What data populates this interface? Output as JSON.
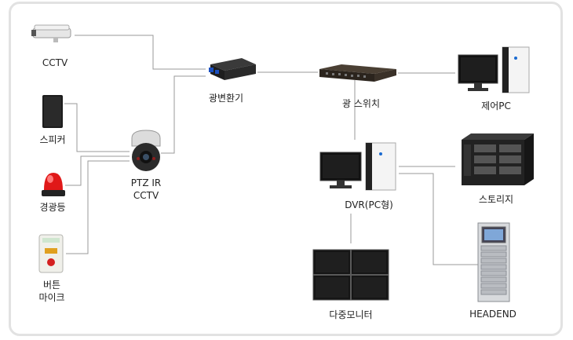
{
  "diagram": {
    "devices": {
      "cctv": "CCTV",
      "speaker": "스피커",
      "warning_light": "경광등",
      "button_mic_line1": "버튼",
      "button_mic_line2": "마이크",
      "ptz_line1": "PTZ IR",
      "ptz_line2": "CCTV",
      "media_converter": "광변환기",
      "optical_switch": "광 스위치",
      "control_pc": "제어PC",
      "dvr": "DVR(PC형)",
      "storage": "스토리지",
      "multi_monitor": "다중모니터",
      "headend": "HEADEND"
    },
    "colors": {
      "line": "#9a9a9a",
      "frame": "#e2e2e2"
    }
  }
}
